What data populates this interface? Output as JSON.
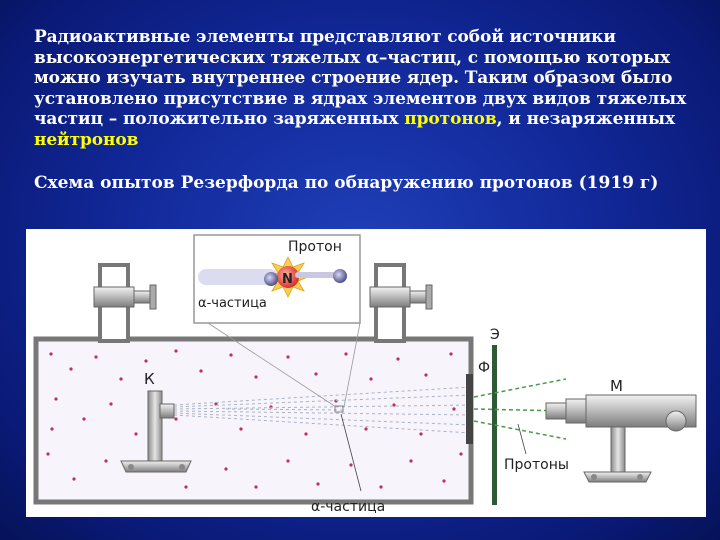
{
  "slide": {
    "text_parts": [
      "Радиоактивные элементы представляют собой источники высокоэнергетических тяжелых α–частиц, с помощью которых можно изучать внутреннее строение ядер. Таким образом было установлено присутствие в ядрах элементов двух видов тяжелых частиц – положительно заряженных ",
      "протонов",
      ", и незаряженных ",
      "нейтронов"
    ],
    "caption": "Схема опытов Резерфорда по обнаружению протонов (1919 г)",
    "highlight_color": "#ffff00"
  },
  "figure": {
    "label_proton": "Протон",
    "label_nucleus": "N",
    "label_alpha_inset": "α-частица",
    "label_k": "К",
    "label_e": "Э",
    "label_f": "Ф",
    "label_m": "М",
    "label_protons": "Протоны",
    "label_alpha_bottom": "α-частица"
  }
}
